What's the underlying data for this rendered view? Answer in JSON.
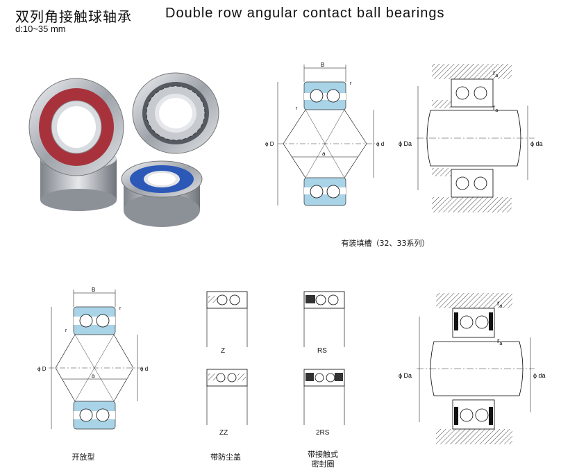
{
  "header": {
    "title_cn": "双列角接触球轴承",
    "title_en": "Double row angular contact ball bearings",
    "subtitle": "d:10~35 mm"
  },
  "diagrams": {
    "filling_slot": {
      "caption": "有装填槽（32、33系列）",
      "label_B": "B",
      "label_r1": "r",
      "label_r2": "r",
      "label_D": "ϕ D",
      "label_d": "ϕ d",
      "label_a": "a"
    },
    "mount_top": {
      "label_ra1": "r",
      "label_ra1_sub": "a",
      "label_ra2": "r",
      "label_ra2_sub": "a",
      "label_Da": "ϕ Da",
      "label_da": "ϕ da"
    },
    "open_type": {
      "caption": "开放型",
      "label_B": "B",
      "label_r1": "r",
      "label_r2": "r",
      "label_D": "ϕ D",
      "label_d": "ϕ d",
      "label_a": "a"
    },
    "seals": {
      "z": "Z",
      "rs": "RS",
      "zz": "ZZ",
      "rs2": "2RS",
      "caption_shield": "带防尘盖",
      "caption_seal_line1": "带接触式",
      "caption_seal_line2": "密封圈"
    },
    "mount_bottom": {
      "label_ra1": "r",
      "label_ra1_sub": "a",
      "label_ra2": "r",
      "label_ra2_sub": "a",
      "label_Da": "ϕ Da",
      "label_da": "ϕ da"
    }
  },
  "colors": {
    "ring_blue": "#a9d3e6",
    "red_seal": "#a8323c",
    "blue_seal": "#2c58b8",
    "steel": "#b8bcc2"
  }
}
